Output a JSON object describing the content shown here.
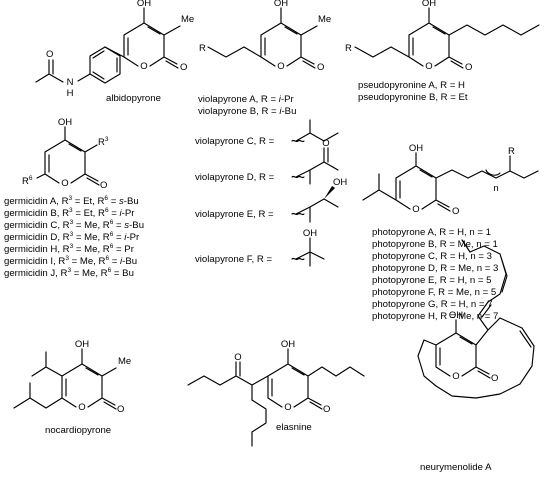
{
  "atoms": {
    "oh": "OH",
    "me": "Me",
    "o": "O",
    "n": "N",
    "h": "H",
    "r": "R",
    "r3": "R",
    "r6": "R",
    "sup3": "3",
    "sup6": "6",
    "sub_n": "n"
  },
  "albidopyrone": {
    "name": "albidopyrone"
  },
  "violapyrone": {
    "a": {
      "pre": "violapyrone A, R = ",
      "it": "i",
      "post": "-Pr"
    },
    "b": {
      "pre": "violapyrone B, R = ",
      "it": "i",
      "post": "-Bu"
    },
    "c": {
      "label": "violapyrone C, R ="
    },
    "d": {
      "label": "violapyrone D, R ="
    },
    "e": {
      "label": "violapyrone E, R ="
    },
    "f": {
      "label": "violapyrone F, R ="
    }
  },
  "pseudopyronine": {
    "a": "pseudopyronine A, R = H",
    "b": "pseudopyronine B, R = Et"
  },
  "germicidin": {
    "a": {
      "pre": "germicidin A, R",
      "mid": " = Et, R",
      "post": " = ",
      "it": "s",
      "tail": "-Bu"
    },
    "b": {
      "pre": "germicidin B, R",
      "mid": " = Et, R",
      "post": " = ",
      "it": "i",
      "tail": "-Pr"
    },
    "c": {
      "pre": "germicidin C, R",
      "mid": " = Me, R",
      "post": " = ",
      "it": "s",
      "tail": "-Bu"
    },
    "d": {
      "pre": "germicidin D, R",
      "mid": " = Me, R",
      "post": " = ",
      "it": "i",
      "tail": "-Pr"
    },
    "h": {
      "pre": "germicidin H, R",
      "mid": " = Me, R",
      "post": " = Pr"
    },
    "i": {
      "pre": "germicidin I, R",
      "mid": " = Me, R",
      "post": " = ",
      "it": "i",
      "tail": "-Bu"
    },
    "j": {
      "pre": "germicidin J, R",
      "mid": " = Me, R",
      "post": " = Bu"
    }
  },
  "photopyrone": {
    "a": "photopyrone A, R = H, n = 1",
    "b": "photopyrone B, R = Me, n = 1",
    "c": "photopyrone C, R = H, n = 3",
    "d": "photopyrone D, R = Me, n = 3",
    "e": "photopyrone E, R = H, n = 5",
    "f": "photopyrone F, R = Me, n = 5",
    "g": "photopyrone G, R = H, n = 7",
    "h": "photopyrone H, R = Me, n = 7"
  },
  "nocardiopyrone": {
    "name": "nocardiopyrone"
  },
  "elasnine": {
    "name": "elasnine"
  },
  "neurymenolide": {
    "name": "neurymenolide A"
  }
}
